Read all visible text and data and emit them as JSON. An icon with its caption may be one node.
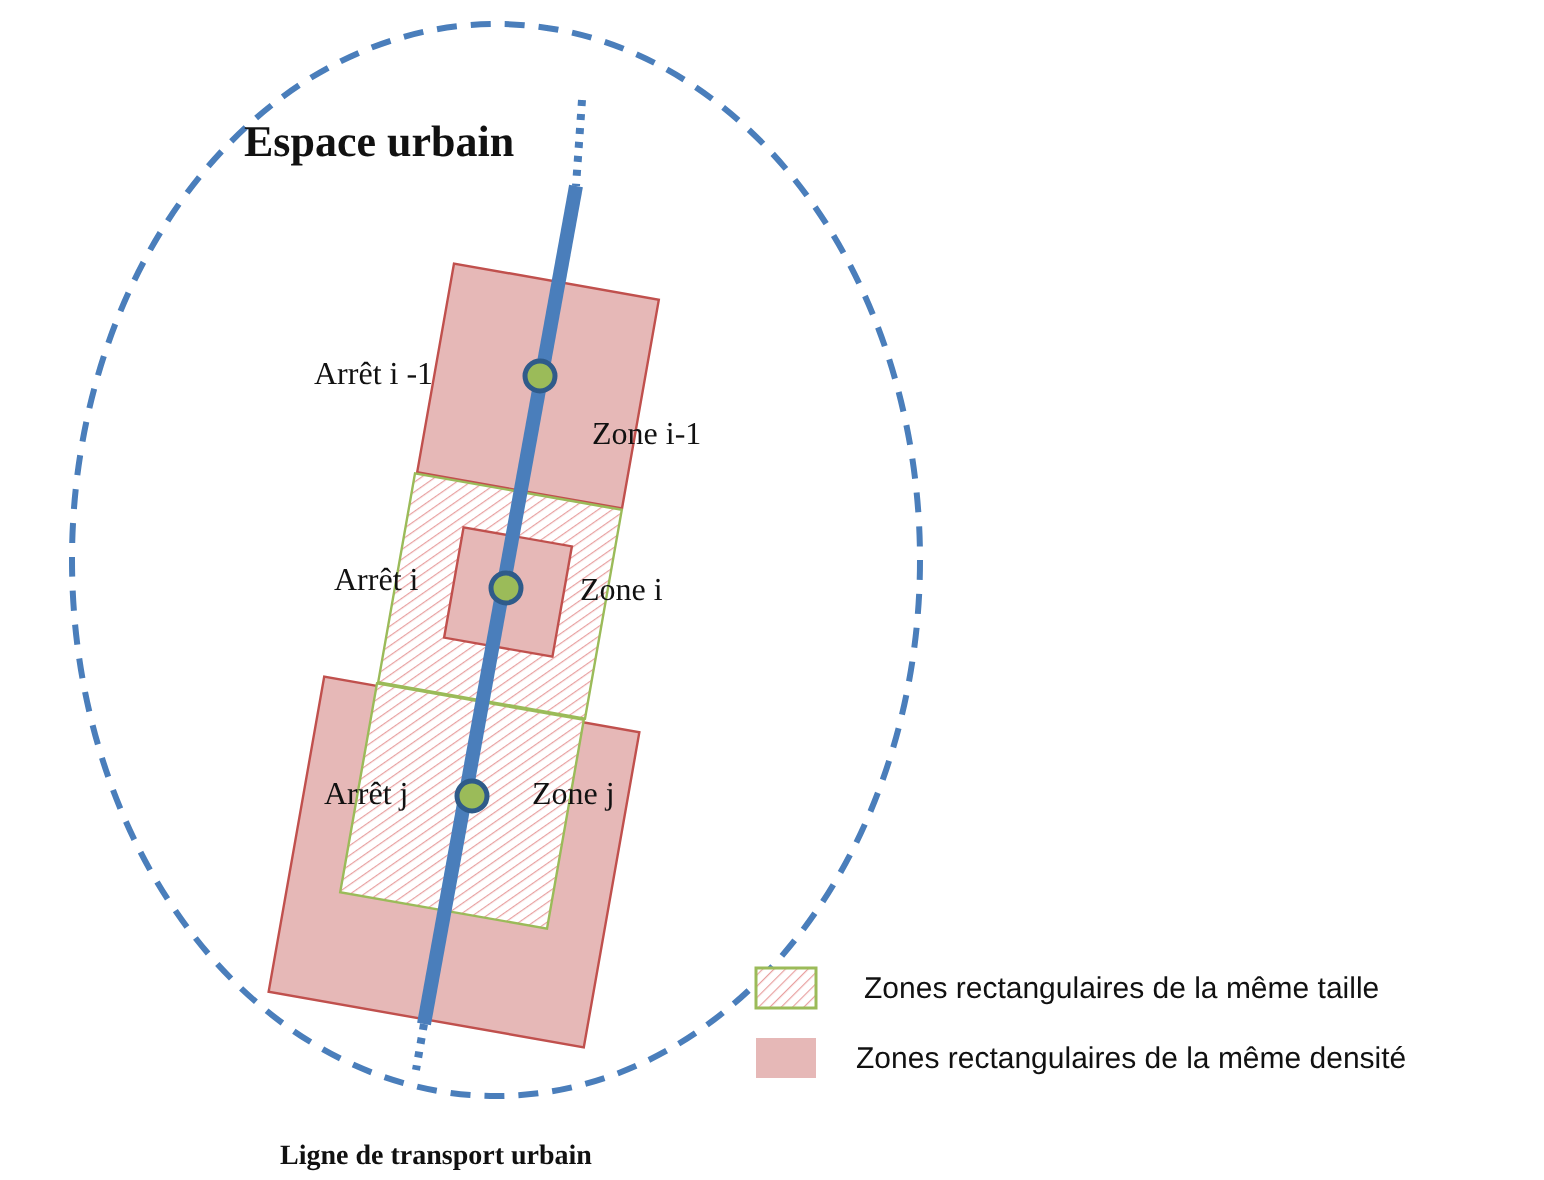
{
  "diagram": {
    "labels": [
      "Espace urbain",
      "Arrêt i -1",
      "Zone i-1",
      "Arrêt i",
      "Zone i",
      "Arrêt j",
      "Zone j",
      "Ligne de transport urbain"
    ],
    "legend": [
      {
        "text": "Zones rectangulaires de la même taille"
      },
      {
        "text": "Zones rectangulaires de la même densité",
        "color": "#e6b8b7"
      }
    ]
  }
}
